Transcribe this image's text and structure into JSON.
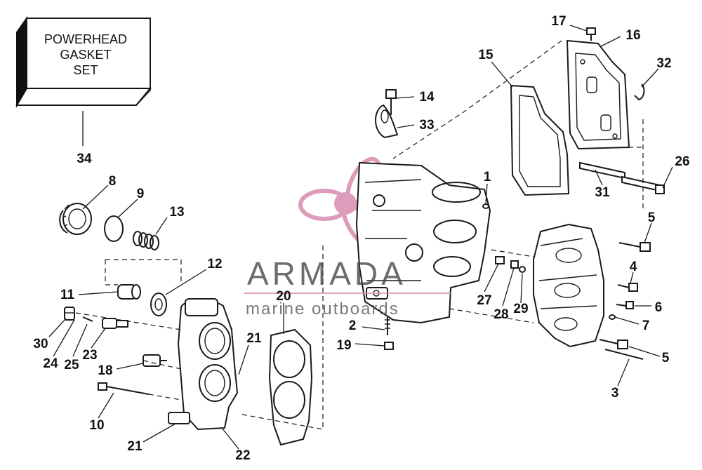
{
  "diagram": {
    "box_lines": [
      "POWERHEAD",
      "GASKET",
      "SET"
    ],
    "watermark": {
      "title": "ARMADA",
      "subtitle": "marine outboards",
      "colors": {
        "logo": "#d98bb0",
        "text": "#444444"
      }
    },
    "callouts": [
      {
        "id": "34",
        "label": "34"
      },
      {
        "id": "8",
        "label": "8"
      },
      {
        "id": "9",
        "label": "9"
      },
      {
        "id": "13",
        "label": "13"
      },
      {
        "id": "12",
        "label": "12"
      },
      {
        "id": "11",
        "label": "11"
      },
      {
        "id": "30",
        "label": "30"
      },
      {
        "id": "24",
        "label": "24"
      },
      {
        "id": "25",
        "label": "25"
      },
      {
        "id": "23",
        "label": "23"
      },
      {
        "id": "18",
        "label": "18"
      },
      {
        "id": "10",
        "label": "10"
      },
      {
        "id": "21a",
        "label": "21"
      },
      {
        "id": "21b",
        "label": "21"
      },
      {
        "id": "22",
        "label": "22"
      },
      {
        "id": "20",
        "label": "20"
      },
      {
        "id": "14",
        "label": "14"
      },
      {
        "id": "33",
        "label": "33"
      },
      {
        "id": "15",
        "label": "15"
      },
      {
        "id": "17",
        "label": "17"
      },
      {
        "id": "16",
        "label": "16"
      },
      {
        "id": "32",
        "label": "32"
      },
      {
        "id": "26",
        "label": "26"
      },
      {
        "id": "31",
        "label": "31"
      },
      {
        "id": "1",
        "label": "1"
      },
      {
        "id": "2",
        "label": "2"
      },
      {
        "id": "19",
        "label": "19"
      },
      {
        "id": "5a",
        "label": "5"
      },
      {
        "id": "4",
        "label": "4"
      },
      {
        "id": "6",
        "label": "6"
      },
      {
        "id": "7",
        "label": "7"
      },
      {
        "id": "5b",
        "label": "5"
      },
      {
        "id": "3",
        "label": "3"
      },
      {
        "id": "27",
        "label": "27"
      },
      {
        "id": "28",
        "label": "28"
      },
      {
        "id": "29",
        "label": "29"
      }
    ]
  }
}
